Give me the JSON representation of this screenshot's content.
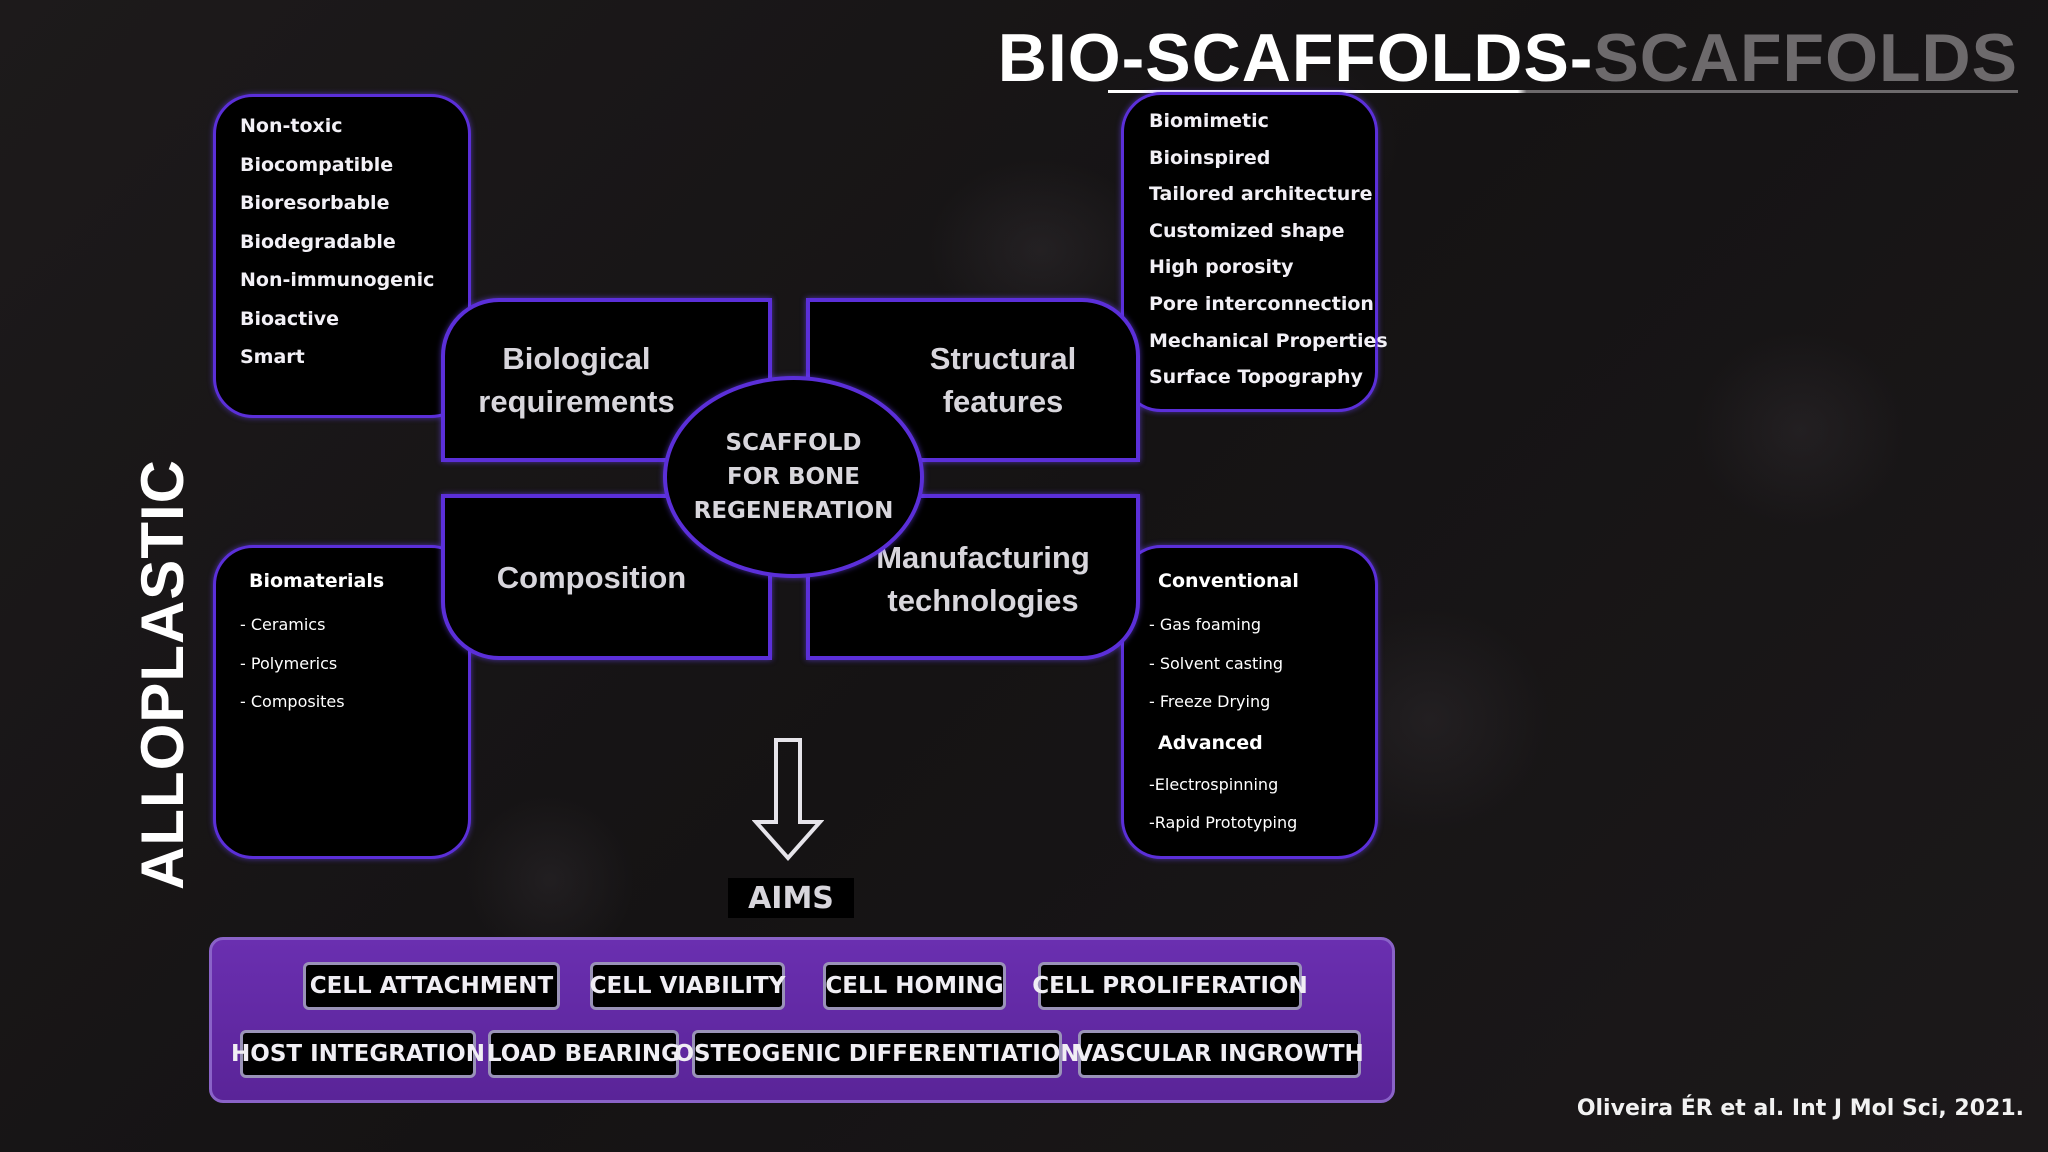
{
  "title": {
    "part1": "BIO-SCAFFOLDS-",
    "part2": "SCAFFOLDS"
  },
  "side_label": "ALLOPLASTIC",
  "center": {
    "line1": "SCAFFOLD",
    "line2": "FOR BONE",
    "line3": "REGENERATION"
  },
  "quadrants": {
    "biological": {
      "line1": "Biological",
      "line2": "requirements"
    },
    "structural": {
      "line1": "Structural",
      "line2": "features"
    },
    "composition": {
      "line1": "Composition"
    },
    "manufacturing": {
      "line1": "Manufacturing",
      "line2": "technologies"
    }
  },
  "lists": {
    "biological": [
      "Non-toxic",
      "Biocompatible",
      "Bioresorbable",
      "Biodegradable",
      "Non-immunogenic",
      "Bioactive",
      "Smart"
    ],
    "structural": [
      "Biomimetic",
      "Bioinspired",
      "Tailored architecture",
      "Customized shape",
      "High porosity",
      "Pore interconnection",
      "Mechanical Properties",
      "Surface Topography"
    ],
    "composition": {
      "heading": "Biomaterials",
      "items": [
        "- Ceramics",
        "- Polymerics",
        "- Composites"
      ]
    },
    "manufacturing": {
      "heading1": "Conventional",
      "items1": [
        "- Gas foaming",
        "- Solvent casting",
        "- Freeze Drying"
      ],
      "heading2": "Advanced",
      "items2": [
        "-Electrospinning",
        "-Rapid Prototyping"
      ]
    }
  },
  "aims_label": "AIMS",
  "aims": {
    "row1": [
      "CELL ATTACHMENT",
      "CELL VIABILITY",
      "CELL HOMING",
      "CELL PROLIFERATION"
    ],
    "row2": [
      "HOST INTEGRATION",
      "LOAD BEARING",
      "OSTEOGENIC DIFFERENTIATION",
      "VASCULAR INGROWTH"
    ]
  },
  "citation": "Oliveira ÉR et al. Int J Mol Sci, 2021.",
  "colors": {
    "accent": "#5b2fd9",
    "panel": "#6a2fb0",
    "title_gray": "#6d6a6c"
  }
}
